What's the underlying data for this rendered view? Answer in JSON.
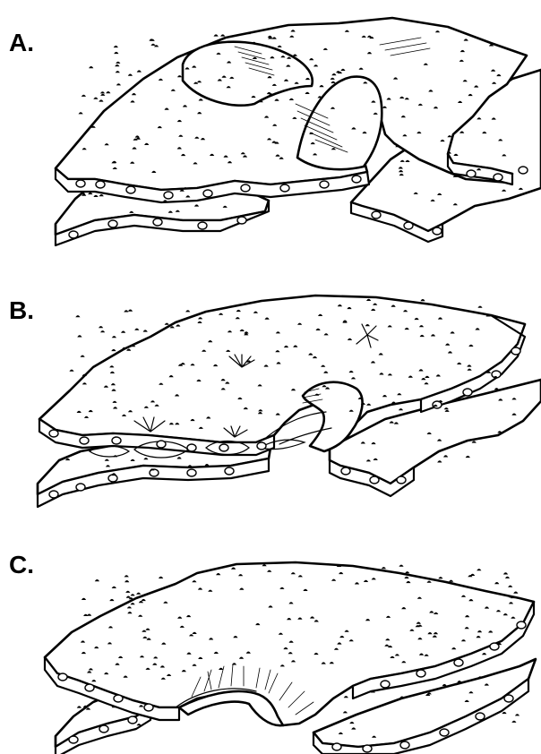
{
  "figure": {
    "panels": [
      {
        "id": "A",
        "label": "A."
      },
      {
        "id": "B",
        "label": "B."
      },
      {
        "id": "C",
        "label": "C."
      }
    ],
    "colors": {
      "ink": "#000000",
      "paper": "#ffffff"
    }
  }
}
